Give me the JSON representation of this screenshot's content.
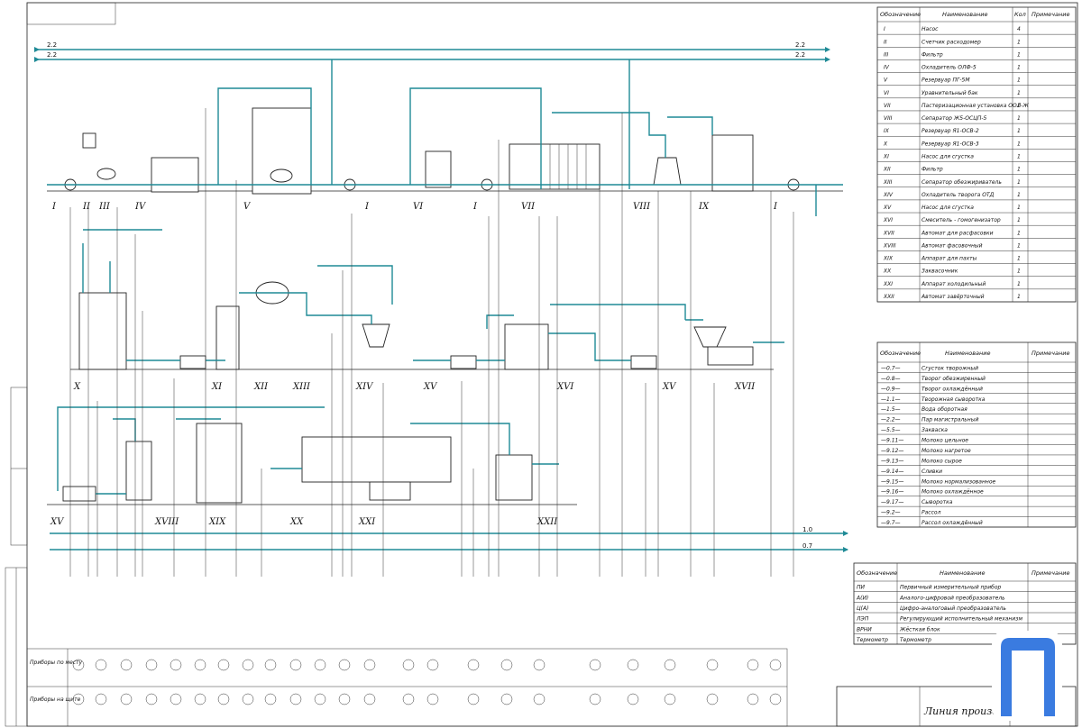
{
  "pipes_top": [
    {
      "id": "top1",
      "label": "2.2",
      "label_end": "2.2"
    },
    {
      "id": "top2",
      "label": "2.2",
      "label_end": "2.2"
    }
  ],
  "equipment_row1": [
    {
      "roman": "I"
    },
    {
      "roman": "II"
    },
    {
      "roman": "III"
    },
    {
      "roman": "IV"
    },
    {
      "roman": "V"
    },
    {
      "roman": "I"
    },
    {
      "roman": "VI"
    },
    {
      "roman": "I"
    },
    {
      "roman": "VII"
    },
    {
      "roman": "VIII"
    },
    {
      "roman": "IX"
    },
    {
      "roman": "I"
    }
  ],
  "equipment_row2": [
    {
      "roman": "X"
    },
    {
      "roman": "XI"
    },
    {
      "roman": "XII"
    },
    {
      "roman": "XIII"
    },
    {
      "roman": "XIV"
    },
    {
      "roman": "XV"
    },
    {
      "roman": "XVI"
    },
    {
      "roman": "XV"
    },
    {
      "roman": "XVII"
    }
  ],
  "equipment_row3": [
    {
      "roman": "XV"
    },
    {
      "roman": "XVIII"
    },
    {
      "roman": "XIX"
    },
    {
      "roman": "XX"
    },
    {
      "roman": "XXI"
    },
    {
      "roman": "XXII"
    }
  ],
  "bottom_pipes": [
    {
      "label": "1.0"
    },
    {
      "label": "0.7"
    }
  ],
  "spec_table": {
    "headers": [
      "Обозначение",
      "Наименование",
      "Кол",
      "Примечание"
    ],
    "rows": [
      {
        "code": "I",
        "name": "Насос",
        "qty": "4"
      },
      {
        "code": "II",
        "name": "Счетчик расходомер",
        "qty": "1"
      },
      {
        "code": "III",
        "name": "Фильтр",
        "qty": "1"
      },
      {
        "code": "IV",
        "name": "Охладитель ОЛФ-5",
        "qty": "1"
      },
      {
        "code": "V",
        "name": "Резервуар ПГ-5М",
        "qty": "1"
      },
      {
        "code": "VI",
        "name": "Уравнительный бак",
        "qty": "1"
      },
      {
        "code": "VII",
        "name": "Пастеризационная установка ООЛ-Ж",
        "qty": "1"
      },
      {
        "code": "VIII",
        "name": "Сепаратор Ж5-ОСЦП-5",
        "qty": "1"
      },
      {
        "code": "IX",
        "name": "Резервуар Я1-ОСВ-2",
        "qty": "1"
      },
      {
        "code": "X",
        "name": "Резервуар Я1-ОСВ-3",
        "qty": "1"
      },
      {
        "code": "XI",
        "name": "Насос для сгустка",
        "qty": "1"
      },
      {
        "code": "XII",
        "name": "Фильтр",
        "qty": "1"
      },
      {
        "code": "XIII",
        "name": "Сепаратор обезжириватель",
        "qty": "1"
      },
      {
        "code": "XIV",
        "name": "Охладитель творога ОТД",
        "qty": "1"
      },
      {
        "code": "XV",
        "name": "Насос для сгустка",
        "qty": "1"
      },
      {
        "code": "XVI",
        "name": "Смеситель - гомогенизатор",
        "qty": "1"
      },
      {
        "code": "XVII",
        "name": "Автомат для расфасовки",
        "qty": "1"
      },
      {
        "code": "XVIII",
        "name": "Автомат фасовочный",
        "qty": "1"
      },
      {
        "code": "XIX",
        "name": "Аппарат для пахты",
        "qty": "1"
      },
      {
        "code": "XX",
        "name": "Заквасочник",
        "qty": "1"
      },
      {
        "code": "XXI",
        "name": "Аппарат холодильный",
        "qty": "1"
      },
      {
        "code": "XXII",
        "name": "Автомат завёрточный",
        "qty": "1"
      }
    ]
  },
  "pipe_table": {
    "headers": [
      "Обозначение",
      "Наименование",
      "Примечание"
    ],
    "rows": [
      {
        "code": "—0.7—",
        "name": "Сгусток творожный"
      },
      {
        "code": "—0.8—",
        "name": "Творог обезжиренный"
      },
      {
        "code": "—0.9—",
        "name": "Творог охлаждённый"
      },
      {
        "code": "—1.1—",
        "name": "Творожная сыворотка"
      },
      {
        "code": "—1.5—",
        "name": "Вода оборотная"
      },
      {
        "code": "—2.2—",
        "name": "Пар магистральный"
      },
      {
        "code": "—5.5—",
        "name": "Закваска"
      },
      {
        "code": "—9.11—",
        "name": "Молоко цельное"
      },
      {
        "code": "—9.12—",
        "name": "Молоко нагретое"
      },
      {
        "code": "—9.13—",
        "name": "Молоко сырое"
      },
      {
        "code": "—9.14—",
        "name": "Сливки"
      },
      {
        "code": "—9.15—",
        "name": "Молоко нормализованное"
      },
      {
        "code": "—9.16—",
        "name": "Молоко охлаждённое"
      },
      {
        "code": "—9.17—",
        "name": "Сыворотка"
      },
      {
        "code": "—9.2—",
        "name": "Рассол"
      },
      {
        "code": "—9.7—",
        "name": "Рассол охлаждённый"
      }
    ]
  },
  "kip_table": {
    "headers": [
      "Обозначение",
      "Наименование",
      "Примечание"
    ],
    "rows": [
      {
        "code": "ПИ",
        "name": "Первичный измерительный прибор"
      },
      {
        "code": "А(И)",
        "name": "Аналого-цифровой преобразователь"
      },
      {
        "code": "Ц(А)",
        "name": "Цифро-аналоговый преобразователь"
      },
      {
        "code": "ЛЭП",
        "name": "Регулирующий исполнительный механизм"
      },
      {
        "code": "ВРНИ",
        "name": "Жёсткая блок"
      },
      {
        "code": "Термометр",
        "name": "Термометр"
      }
    ]
  },
  "kip_rows": {
    "row1_label": "Приборы по месту",
    "row2_label": "Приборы на щите"
  },
  "title_block": {
    "title": "Линия производства"
  }
}
